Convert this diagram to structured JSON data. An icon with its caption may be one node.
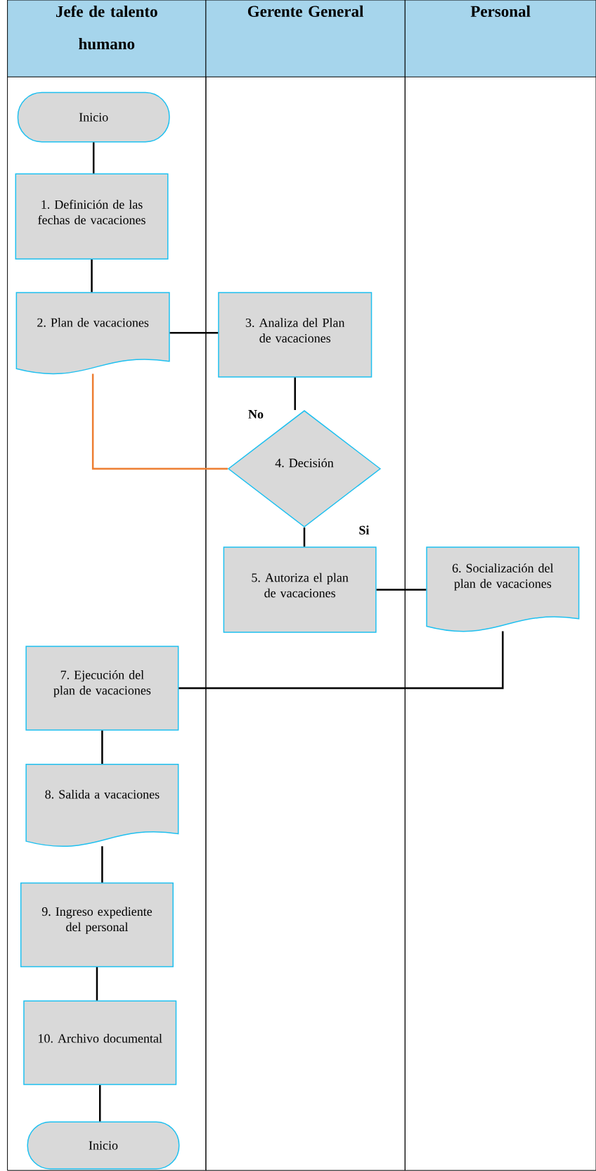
{
  "diagram": {
    "nodes": [
      {
        "text": [
          "Jefe de talento humano"
        ]
      },
      {
        "text": [
          "Gerente General"
        ]
      },
      {
        "text": [
          "Personal"
        ]
      },
      {
        "text": [
          "Inicio"
        ],
        "in": 0
      },
      {
        "text": [
          "1. Definición de las fechas de vacaciones"
        ],
        "in": 0
      },
      {
        "text": [
          "2. Plan de vacaciones"
        ],
        "in": 0
      },
      {
        "text": [
          "3. Analiza del Plan de vacaciones"
        ],
        "in": 1
      },
      {
        "text": [
          "4. Decisión"
        ],
        "in": 1
      },
      {
        "text": [
          "5. Autoriza el plan de vacaciones"
        ],
        "in": 1
      },
      {
        "text": [
          "6. Socialización del plan de vacaciones"
        ],
        "in": 2
      },
      {
        "text": [
          "7. Ejecución del plan de vacaciones"
        ],
        "in": 0
      },
      {
        "text": [
          "8. Salida a vacaciones"
        ],
        "in": 0
      },
      {
        "text": [
          "9. Ingreso expediente del personal"
        ],
        "in": 0
      },
      {
        "text": [
          "10. Archivo documental"
        ],
        "in": 0
      },
      {
        "text": [
          "Inicio"
        ],
        "in": 0
      }
    ],
    "edges": [
      {
        "from": 3,
        "to": 4,
        "arrow": "none"
      },
      {
        "from": 4,
        "to": 5,
        "arrow": "none"
      },
      {
        "from": 5,
        "to": 6,
        "arrow": "none"
      },
      {
        "from": 6,
        "to": 7,
        "arrow": "none"
      },
      {
        "from": 7,
        "to": 5,
        "arrow": "none",
        "label": "No",
        "color": "#ed7d31"
      },
      {
        "from": 7,
        "to": 8,
        "arrow": "none",
        "label": "Si"
      },
      {
        "from": 8,
        "to": 9,
        "arrow": "none"
      },
      {
        "from": 9,
        "to": 10,
        "arrow": "none"
      },
      {
        "from": 10,
        "to": 11,
        "arrow": "none"
      },
      {
        "from": 11,
        "to": 12,
        "arrow": "none"
      },
      {
        "from": 12,
        "to": 13,
        "arrow": "none"
      },
      {
        "from": 13,
        "to": 14,
        "arrow": "none"
      }
    ]
  }
}
